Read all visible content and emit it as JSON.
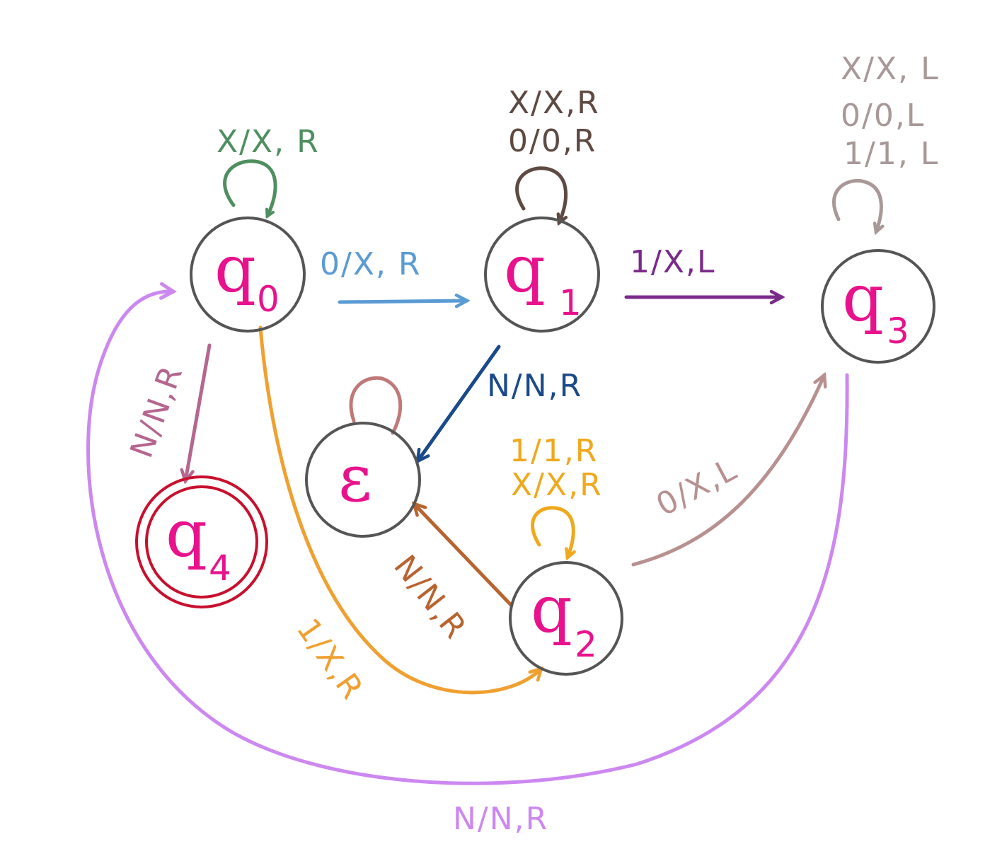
{
  "diagram": {
    "states": {
      "q0": {
        "main": "q",
        "sub": "0"
      },
      "q1": {
        "main": "q",
        "sub": "1"
      },
      "q2": {
        "main": "q",
        "sub": "2"
      },
      "q3": {
        "main": "q",
        "sub": "3"
      },
      "q4": {
        "main": "q",
        "sub": "4",
        "accepting": true
      },
      "eps": {
        "main": "ε"
      }
    },
    "labels": {
      "q0_loop": "X/X, R",
      "q0_q1": "0/X, R",
      "q0_q4": "N/N,R",
      "q0_q2": "1/X,R",
      "q1_loop_1": "X/X,R",
      "q1_loop_2": "0/0,R",
      "q1_q3": "1/X,L",
      "q1_eps": "N/N,R",
      "q2_loop_1": "1/1,R",
      "q2_loop_2": "X/X,R",
      "q2_eps": "N/N,R",
      "q2_q3": "0/X,L",
      "q3_loop_1": "X/X, L",
      "q3_loop_2": "0/0,L",
      "q3_loop_3": "1/1, L",
      "q3_q0": "N/N,R"
    },
    "colors": {
      "state_text": "#e8128c",
      "state_stroke": "#555555",
      "accept_stroke": "#c8102e",
      "q0_loop": "#4f8f5f",
      "q0_q1": "#5a9bd4",
      "q0_q4": "#b5668f",
      "q0_q2": "#f0a030",
      "q1_loop": "#5e4a42",
      "q1_q3": "#7a2a8a",
      "q1_eps": "#1a4a8a",
      "eps_loop": "#c07878",
      "q2_loop": "#f0a81c",
      "q2_eps": "#b86430",
      "q2_q3": "#b89090",
      "q3_loop": "#a89898",
      "q3_q0": "#cc88f0"
    }
  }
}
